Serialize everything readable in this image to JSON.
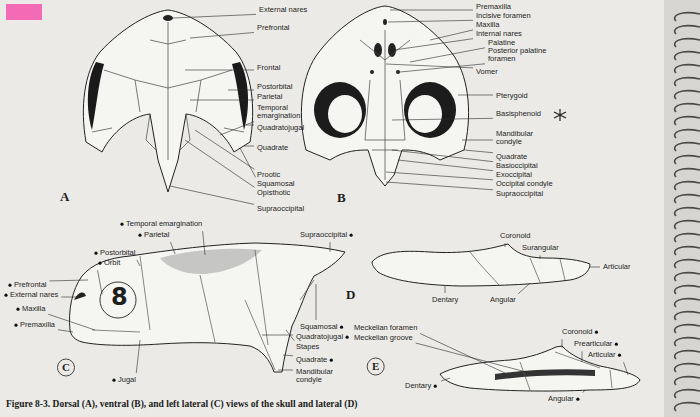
{
  "diagram": {
    "caption": "Figure 8-3. Dorsal (A), ventral (B), and left lateral (C) views of the skull and lateral (D)",
    "labels": [
      "External nares",
      "Prefrontal",
      "Frontal",
      "Postorbital",
      "Parietal",
      "Temporal emargination",
      "Quadratojugal",
      "Quadrate",
      "Prootic",
      "Squamosal",
      "Opisthotic",
      "Supraoccipital",
      "A",
      "Premaxilla",
      "Incisive foramen",
      "Maxilla",
      "Internal nares",
      "Palatine",
      "Posterior palatine foramen",
      "Vomer",
      "Pterygoid",
      "Basisphenoid",
      "Mandibular condyle",
      "Quadrate",
      "Basioccipital",
      "Exoccipital",
      "Occipital condyle",
      "Supraoccipital",
      "B",
      "Temporal emargination",
      "Parietal",
      "Postorbital",
      "Orbit",
      "Prefrontal",
      "External nares",
      "Maxilla",
      "Premaxilla",
      "Jugal",
      "Supraoccipital",
      "Squamosal",
      "Quadratojugal",
      "Stapes",
      "Quadrate",
      "Mandibular condyle",
      "C",
      "8",
      "Coronoid",
      "Surangular",
      "Articular",
      "D",
      "Dentary",
      "Angular",
      "Meckelian foramen",
      "Meckelian groove",
      "Coronoid",
      "Prearticular",
      "Articular",
      "E",
      "Dentary",
      "Angular"
    ]
  }
}
